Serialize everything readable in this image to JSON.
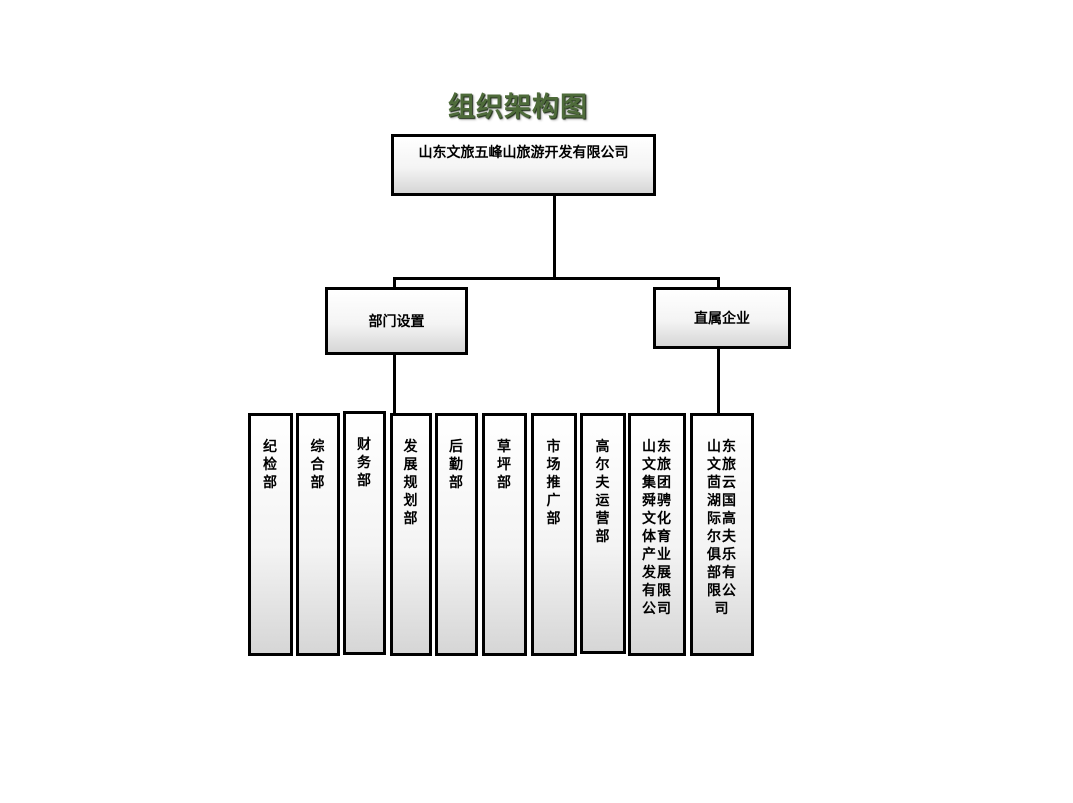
{
  "title": "组织架构图",
  "root": {
    "label": "山东文旅五峰山旅游开发有限公司"
  },
  "branches": [
    {
      "label": "部门设置"
    },
    {
      "label": "直属企业"
    }
  ],
  "departments": [
    {
      "label": "纪检部"
    },
    {
      "label": "综合部"
    },
    {
      "label": "财务部"
    },
    {
      "label": "发展规划部"
    },
    {
      "label": "后勤部"
    },
    {
      "label": "草坪部"
    },
    {
      "label": "市场推广部"
    },
    {
      "label": "高尔夫运营部"
    },
    {
      "label": "山东文旅集团舜骋文化体育产业发展有限公司"
    }
  ],
  "subsidiaries": [
    {
      "label": "山东文旅茴云湖国际高尔夫俱乐部有限公司"
    }
  ]
}
